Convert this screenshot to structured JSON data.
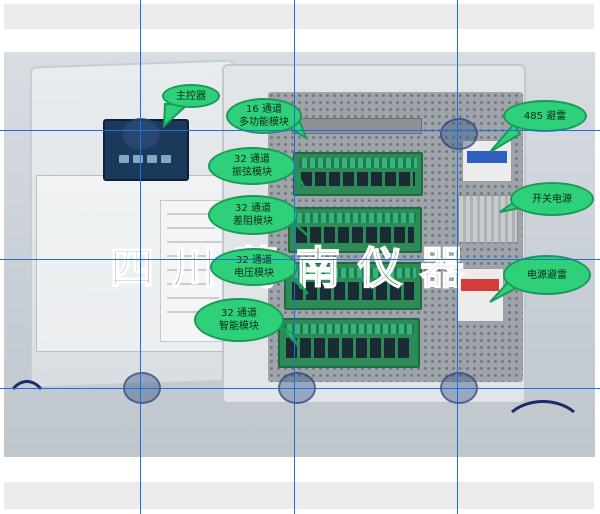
{
  "watermark": "四川葛南仪器",
  "callouts": {
    "main_controller": "主控器",
    "multi_16_a": "16 通道",
    "multi_16_b": "多功能模块",
    "vib_32_a": "32 通道",
    "vib_32_b": "振弦模块",
    "diff_32_a": "32 通道",
    "diff_32_b": "差阻模块",
    "volt_32_a": "32 通道",
    "volt_32_b": "电压模块",
    "smart_32_a": "32 通道",
    "smart_32_b": "智能模块",
    "lightning_485": "485 避雷",
    "switch_psu": "开关电源",
    "power_lightning": "电源避雷"
  },
  "colors": {
    "callout_fill": "#2fd07a",
    "guide_line": "#1e6fd9",
    "module_green": "#2e8b57"
  }
}
